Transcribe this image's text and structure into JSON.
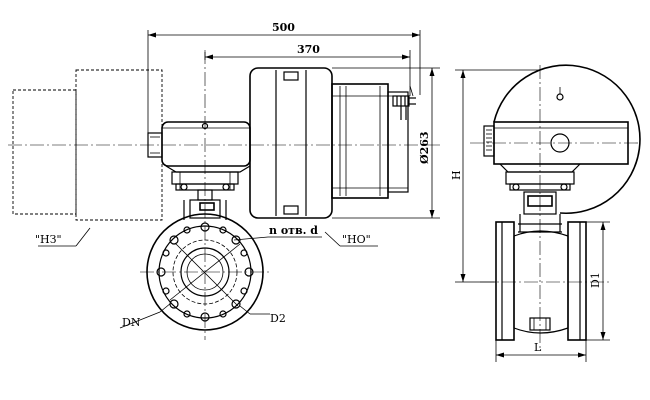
{
  "dimensions": {
    "overall_length": "500",
    "actuator_length": "370",
    "diameter": "Ø263",
    "height": "H",
    "flange_diameter": "D1",
    "length": "L"
  },
  "labels": {
    "nz": "\"НЗ\"",
    "no": "\"НО\"",
    "holes": "n отв. d",
    "dn": "DN",
    "d2": "D2"
  }
}
